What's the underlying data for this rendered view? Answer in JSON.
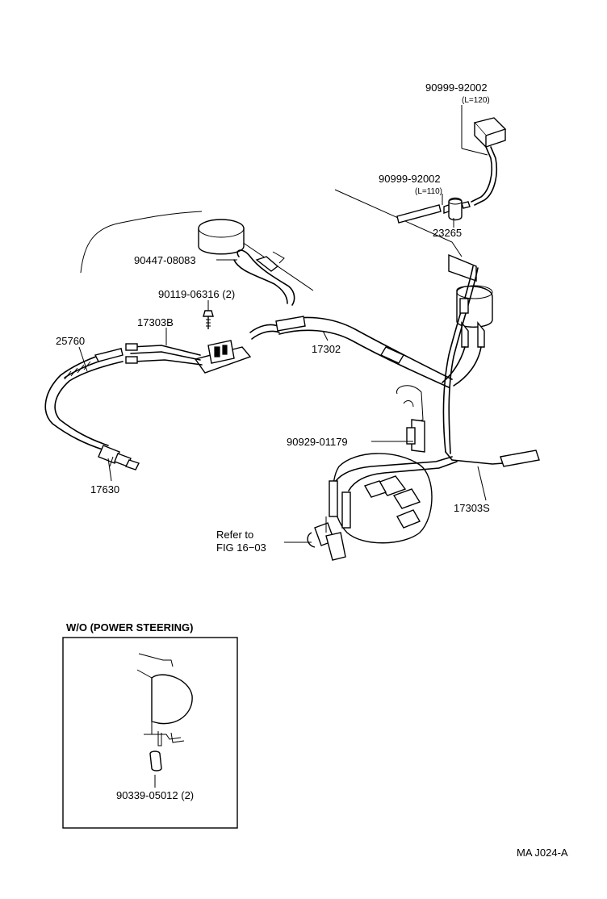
{
  "labels": {
    "p90999_92002_a": "90999-92002",
    "p90999_92002_a_len": "(L=120)",
    "p90999_92002_b": "90999-92002",
    "p90999_92002_b_len": "(L=110)",
    "p23265": "23265",
    "p90447_08083": "90447-08083",
    "p90119_06316": "90119-06316 (2)",
    "p17303b": "17303B",
    "p25760": "25760",
    "p17302": "17302",
    "p90929_01179": "90929-01179",
    "p17303s": "17303S",
    "p17630": "17630",
    "refer_line1": "Refer to",
    "refer_line2": "FIG 16−03",
    "inset_title": "W/O (POWER STEERING)",
    "p90339_05012": "90339-05012 (2)",
    "figure_code": "MA  J024-A"
  }
}
